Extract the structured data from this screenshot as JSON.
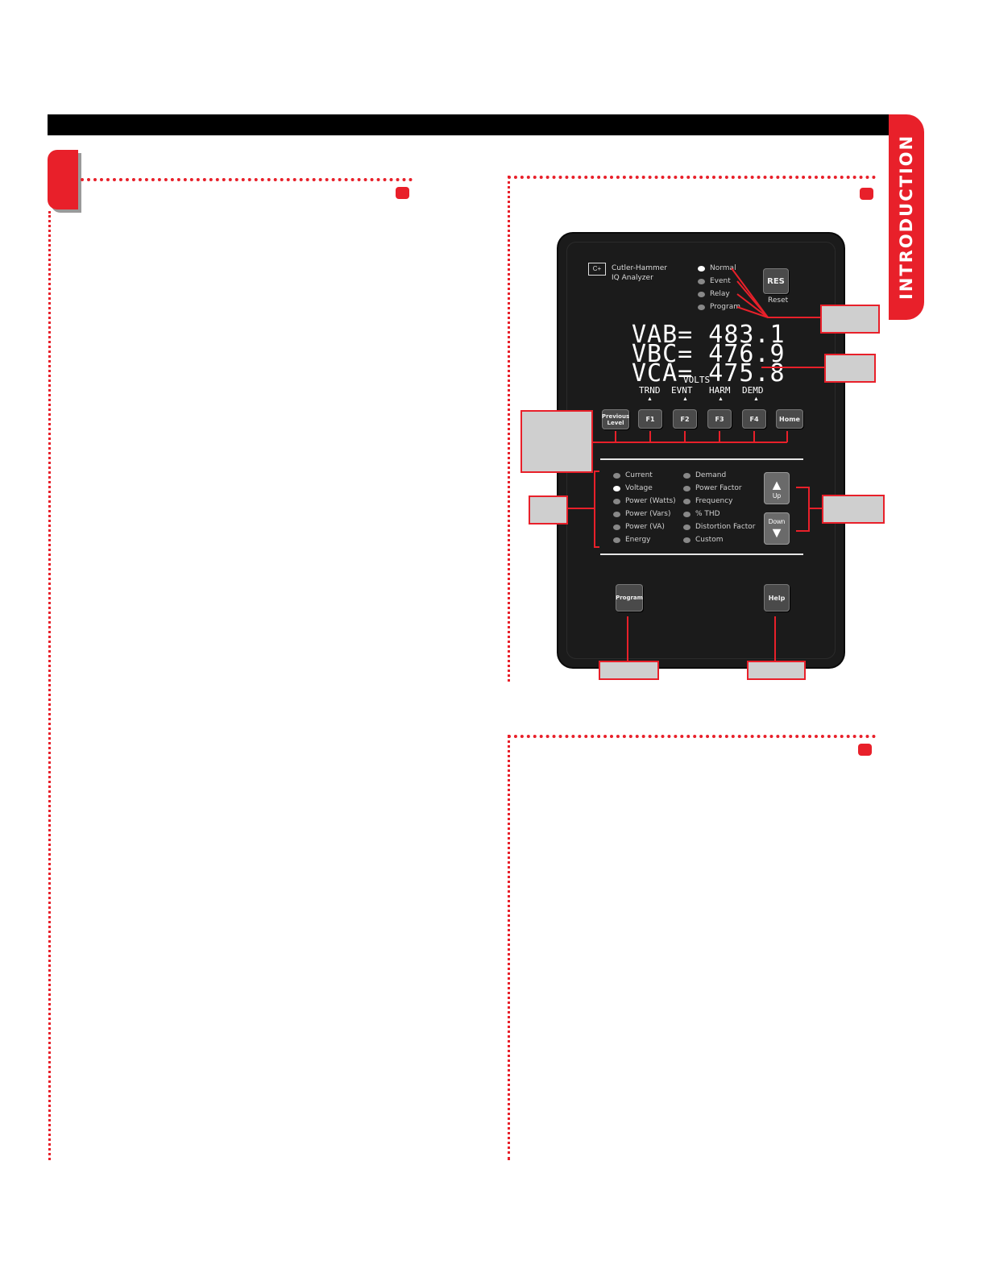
{
  "side_tab": {
    "label": "INTRODUCTION"
  },
  "device": {
    "brand_line1": "Cutler-Hammer",
    "brand_line2": "IQ Analyzer",
    "logo": "C+",
    "status_leds": [
      {
        "label": "Normal",
        "on": true
      },
      {
        "label": "Event",
        "on": false
      },
      {
        "label": "Relay",
        "on": false
      },
      {
        "label": "Program",
        "on": false
      }
    ],
    "reset_button": {
      "label": "RES",
      "caption": "Reset"
    },
    "display": {
      "line1": "VAB= 483.1",
      "line2": "VBC= 476.9",
      "line3": "VCA= 475.8",
      "units": "VOLTS",
      "function_labels": [
        "TRND",
        "EVNT",
        "HARM",
        "DEMD"
      ]
    },
    "function_buttons": {
      "previous_level": "Previous Level",
      "f1": "F1",
      "f2": "F2",
      "f3": "F3",
      "f4": "F4",
      "home": "Home"
    },
    "menu_left": [
      {
        "label": "Current",
        "on": false
      },
      {
        "label": "Voltage",
        "on": true
      },
      {
        "label": "Power (Watts)",
        "on": false
      },
      {
        "label": "Power (Vars)",
        "on": false
      },
      {
        "label": "Power (VA)",
        "on": false
      },
      {
        "label": "Energy",
        "on": false
      }
    ],
    "menu_right": [
      {
        "label": "Demand",
        "on": false
      },
      {
        "label": "Power Factor",
        "on": false
      },
      {
        "label": "Frequency",
        "on": false
      },
      {
        "label": "% THD",
        "on": false
      },
      {
        "label": "Distortion Factor",
        "on": false
      },
      {
        "label": "Custom",
        "on": false
      }
    ],
    "up_button": "Up",
    "down_button": "Down",
    "program_button": "Program",
    "help_button": "Help"
  }
}
